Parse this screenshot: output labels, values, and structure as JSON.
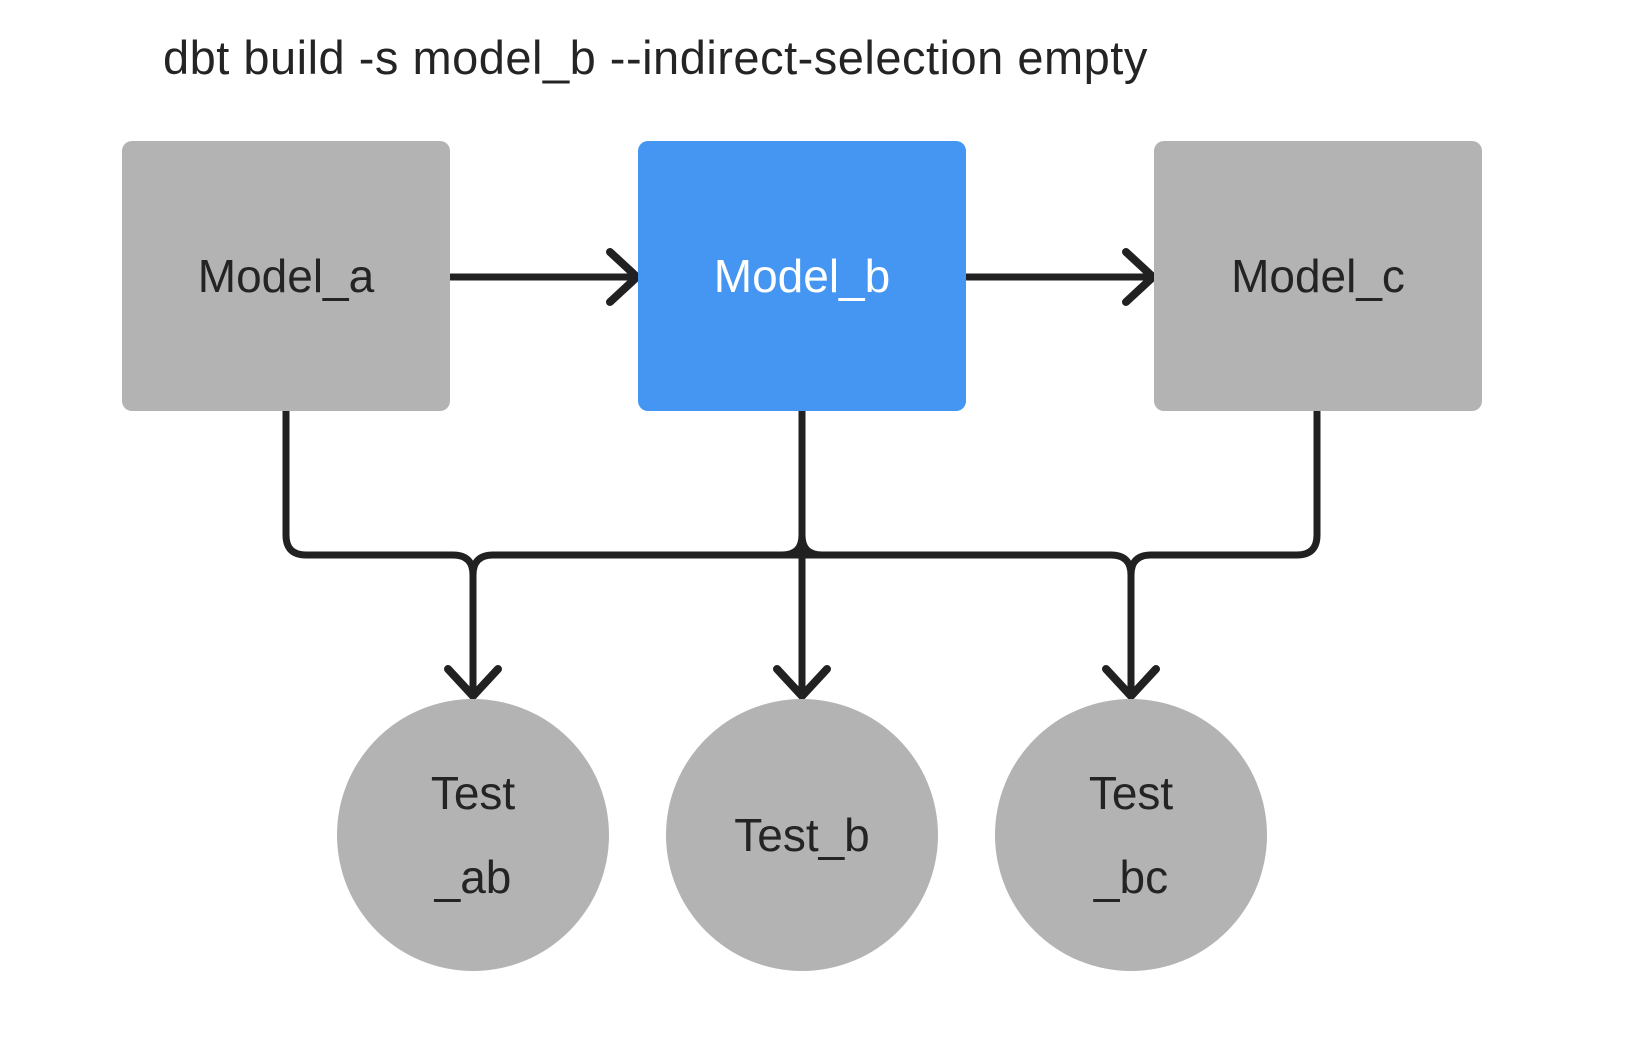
{
  "title": "dbt build -s model_b --indirect-selection empty",
  "colors": {
    "background": "#ffffff",
    "node_gray": "#b3b3b3",
    "node_selected_blue": "#4596f3",
    "edge_dark": "#212121",
    "text_dark": "#242424",
    "text_on_selected": "#ffffff"
  },
  "nodes": {
    "models": [
      {
        "id": "model_a",
        "label": "Model_a",
        "selected": false
      },
      {
        "id": "model_b",
        "label": "Model_b",
        "selected": true
      },
      {
        "id": "model_c",
        "label": "Model_c",
        "selected": false
      }
    ],
    "tests": [
      {
        "id": "test_ab",
        "lines": [
          "Test",
          "_ab"
        ]
      },
      {
        "id": "test_b",
        "lines": [
          "Test_b"
        ]
      },
      {
        "id": "test_bc",
        "lines": [
          "Test",
          "_bc"
        ]
      }
    ]
  },
  "edges": [
    {
      "from": "model_a",
      "to": "model_b"
    },
    {
      "from": "model_b",
      "to": "model_c"
    },
    {
      "from": "model_a",
      "to": "test_ab"
    },
    {
      "from": "model_b",
      "to": "test_ab"
    },
    {
      "from": "model_b",
      "to": "test_b"
    },
    {
      "from": "model_b",
      "to": "test_bc"
    },
    {
      "from": "model_c",
      "to": "test_bc"
    }
  ]
}
